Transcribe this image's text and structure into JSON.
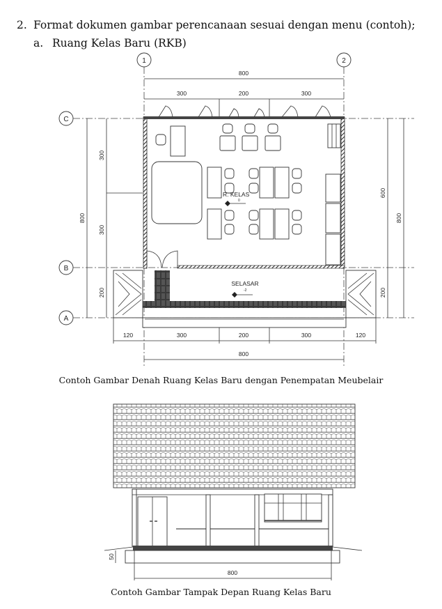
{
  "heading": {
    "number": "2.",
    "text": "Format dokumen gambar perencanaan sesuai dengan menu (contoh);"
  },
  "subheading": {
    "letter": "a.",
    "text": "Ruang Kelas Baru (RKB)"
  },
  "plan": {
    "grid_columns": [
      "1",
      "2"
    ],
    "grid_rows": [
      "C",
      "B",
      "A"
    ],
    "top_total": "800",
    "top_dims": [
      "300",
      "200",
      "300"
    ],
    "left_total": "800",
    "left_dims": [
      "300",
      "300",
      "200"
    ],
    "right_dims": [
      "600",
      "200"
    ],
    "right_total": "800",
    "bottom_dims": [
      "120",
      "300",
      "200",
      "300",
      "120"
    ],
    "bottom_total": "800",
    "room_label": "R. KELAS",
    "room_level": "0",
    "corridor_label": "SELASAR",
    "corridor_level": "-2",
    "caption": "Contoh Gambar Denah Ruang Kelas Baru dengan Penempatan Meubelair"
  },
  "elevation": {
    "height_dim": "50",
    "width_dim": "800",
    "caption": "Contoh Gambar Tampak Depan Ruang Kelas Baru"
  }
}
